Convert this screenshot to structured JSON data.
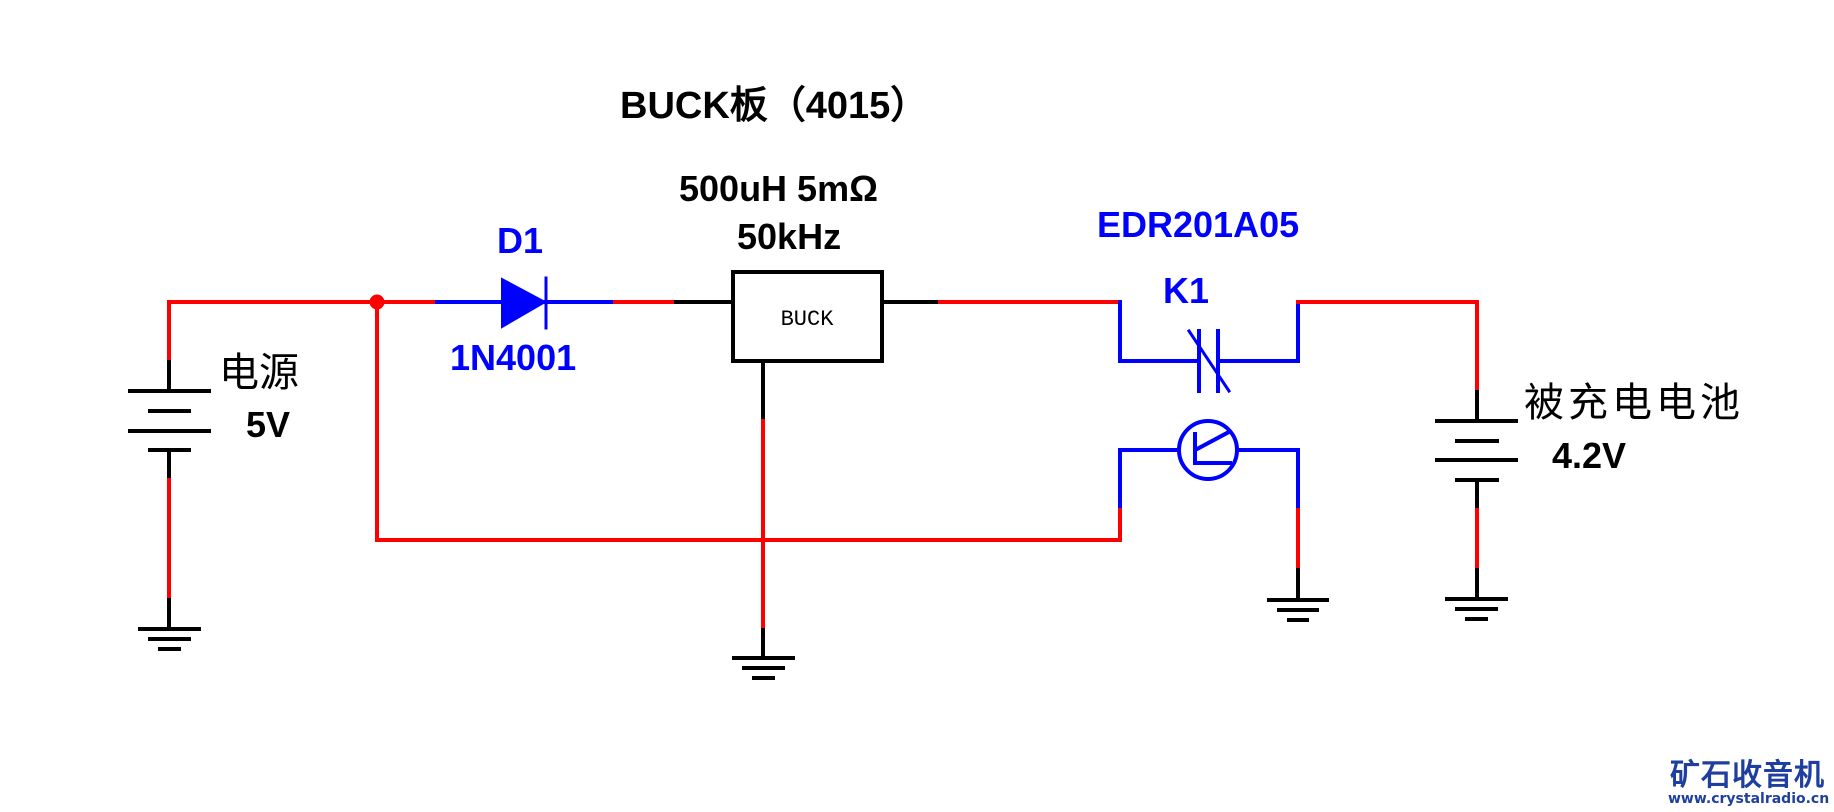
{
  "colors": {
    "wire_red": "#ff0000",
    "component_blue": "#0000ff",
    "wire_black": "#000000",
    "logo_blue": "#1f3fa0"
  },
  "title": "BUCK板（4015）",
  "source": {
    "name": "电源",
    "voltage": "5V"
  },
  "diode": {
    "ref": "D1",
    "part": "1N4001"
  },
  "buck": {
    "box_label": "BUCK",
    "param_line1": "500uH 5mΩ",
    "param_line2": "50kHz"
  },
  "relay": {
    "part": "EDR201A05",
    "ref": "K1",
    "contact_icon": "normally-closed-contact-icon",
    "coil_icon": "relay-coil-icon"
  },
  "load_battery": {
    "name": "被充电电池",
    "voltage": "4.2V"
  },
  "watermark": {
    "site_name": "矿石收音机",
    "url": "www.crystalradio.cn"
  }
}
